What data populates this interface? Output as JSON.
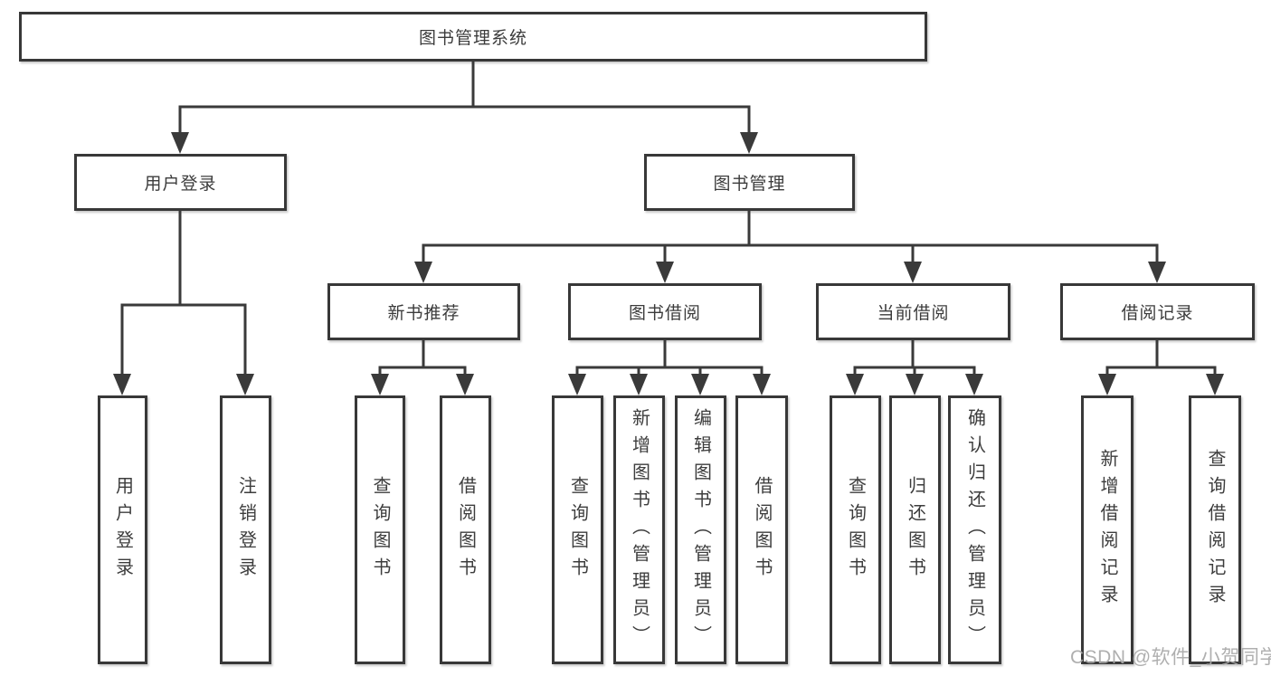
{
  "tree": {
    "label": "图书管理系统",
    "children": [
      {
        "label": "用户登录",
        "children": [
          {
            "label": "用户登录"
          },
          {
            "label": "注销登录"
          }
        ]
      },
      {
        "label": "图书管理",
        "children": [
          {
            "label": "新书推荐",
            "children": [
              {
                "label": "查询图书"
              },
              {
                "label": "借阅图书"
              }
            ]
          },
          {
            "label": "图书借阅",
            "children": [
              {
                "label": "查询图书"
              },
              {
                "label": "新增图书（管理员）"
              },
              {
                "label": "编辑图书（管理员）"
              },
              {
                "label": "借阅图书"
              }
            ]
          },
          {
            "label": "当前借阅",
            "children": [
              {
                "label": "查询图书"
              },
              {
                "label": "归还图书"
              },
              {
                "label": "确认归还（管理员）"
              }
            ]
          },
          {
            "label": "借阅记录",
            "children": [
              {
                "label": "新增借阅记录"
              },
              {
                "label": "查询借阅记录"
              }
            ]
          }
        ]
      }
    ]
  },
  "watermark": {
    "text": "CSDN @软件_小贺同学"
  },
  "colors": {
    "background": "#ffffff",
    "box_border": "#383838",
    "connector_line": "#3a3a3a",
    "text": "#3c3c3c",
    "watermark_text": "#a8a8a8"
  }
}
